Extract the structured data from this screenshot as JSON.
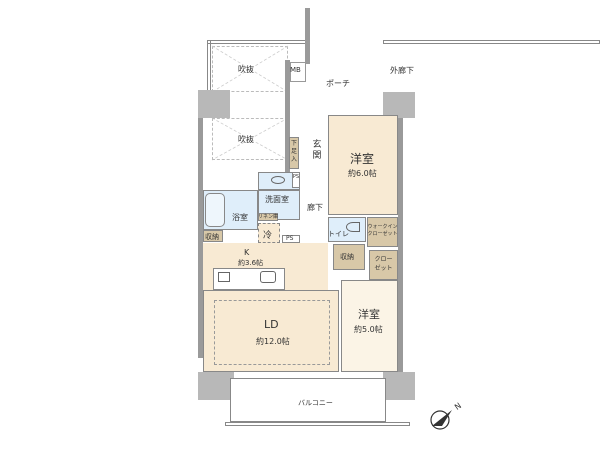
{
  "floorplan": {
    "rooms": {
      "fukinuke_top": "吹抜",
      "fukinuke_mid": "吹抜",
      "mb": "MB",
      "porch": "ポーチ",
      "outer_corridor": "外廊下",
      "genkan": "玄関",
      "shoe_storage": "下足入",
      "ps_top": "PS",
      "western_room_1": {
        "name": "洋室",
        "size": "約6.0帖"
      },
      "washroom": "洗面室",
      "bath": "浴室",
      "linen": "リネン庫",
      "hallway": "廊下",
      "toilet": "トイレ",
      "walk_in_closet": "ウォークイン\nクローゼット",
      "storage_left": "収納",
      "fridge": "冷",
      "ps_mid": "PS",
      "kitchen": {
        "name": "K",
        "size": "約3.6帖"
      },
      "storage_mid": "収納",
      "closet": "クロー\nゼット",
      "ld": {
        "name": "LD",
        "size": "約12.0帖"
      },
      "western_room_2": {
        "name": "洋室",
        "size": "約5.0帖"
      },
      "balcony": "バルコニー"
    },
    "compass": {
      "label": "N"
    },
    "colors": {
      "floor_wood": "#f8ead3",
      "floor_wet": "#dfeefa",
      "storage": "#d8c8a8",
      "wall": "#9a9a9a",
      "outline": "#888888"
    }
  }
}
